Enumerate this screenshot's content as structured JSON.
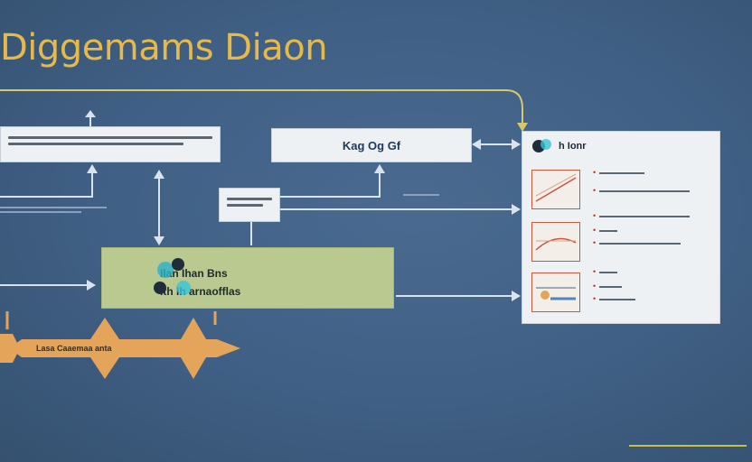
{
  "title": "Diggemams Diaon",
  "top_left_box": {
    "lines": 2
  },
  "top_center_box": {
    "text": "Kag Og Gf"
  },
  "mid_small_box": {
    "lines": 2
  },
  "left_annotation": {
    "text": ""
  },
  "center_annotation": {
    "text": ""
  },
  "green_box": {
    "line1": "Ilan Ihan Bns",
    "line2": "Ith Ih arnaofflas"
  },
  "right_panel": {
    "header": "h Ionr",
    "items": [
      {
        "bullets": [
          "",
          ""
        ]
      },
      {
        "bullets": [
          "",
          "",
          ""
        ]
      },
      {
        "bullets": [
          "",
          "",
          ""
        ]
      }
    ]
  },
  "arrow_band": {
    "label": "Lasa Caaemaa anta"
  },
  "footer": {
    "text": ""
  },
  "colors": {
    "background": "#3f5f84",
    "title": "#e6b94a",
    "connector": "#d8c86a",
    "arrow": "#d9e3ee",
    "orange": "#e4a55a",
    "green": "#b9c98f",
    "panel": "#eef1f4",
    "accent_red": "#c9573d"
  }
}
